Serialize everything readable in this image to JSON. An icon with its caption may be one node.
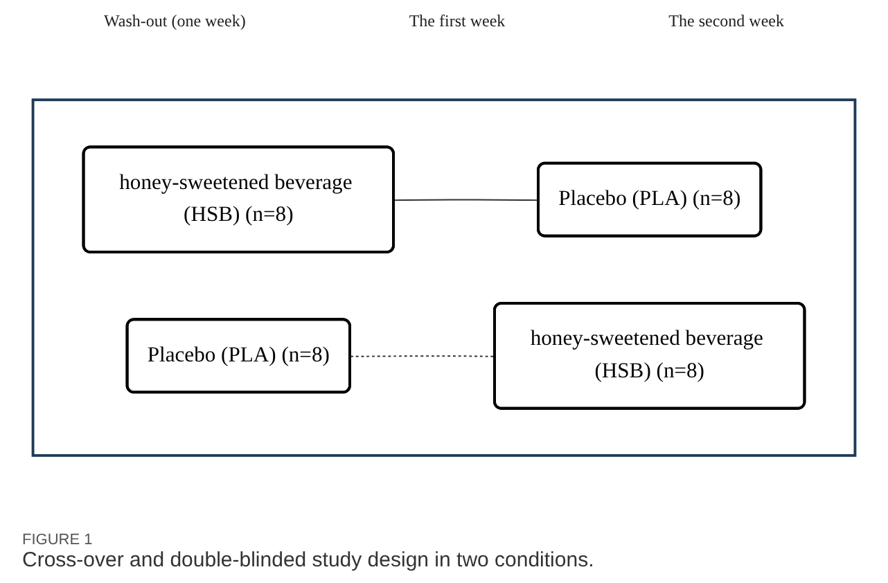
{
  "diagram": {
    "caption": "Cross-over and double-blinded study design in two conditions.",
    "title": "FIGURE 1",
    "nodes": [
      {
        "text": [],
        "shape": "box"
      },
      {
        "text": [
          "honey-sweetened beverage (HSB) (n=8)"
        ],
        "in": 0
      },
      {
        "text": [
          "Placebo (PLA) (n=8)"
        ],
        "in": 0
      },
      {
        "text": [
          "honey-sweetened beverage (HSB) (n=8)"
        ],
        "in": 0
      },
      {
        "text": [
          "Placebo (PLA) (n=8)"
        ],
        "in": 0
      }
    ],
    "edges": [
      {
        "from": 1,
        "to": 4,
        "arrow": "none"
      },
      {
        "from": 2,
        "to": 3,
        "arrow": "none",
        "style": "dashed"
      }
    ],
    "labels": [
      "Wash-out (one week)",
      "The first week",
      "The second week"
    ]
  }
}
